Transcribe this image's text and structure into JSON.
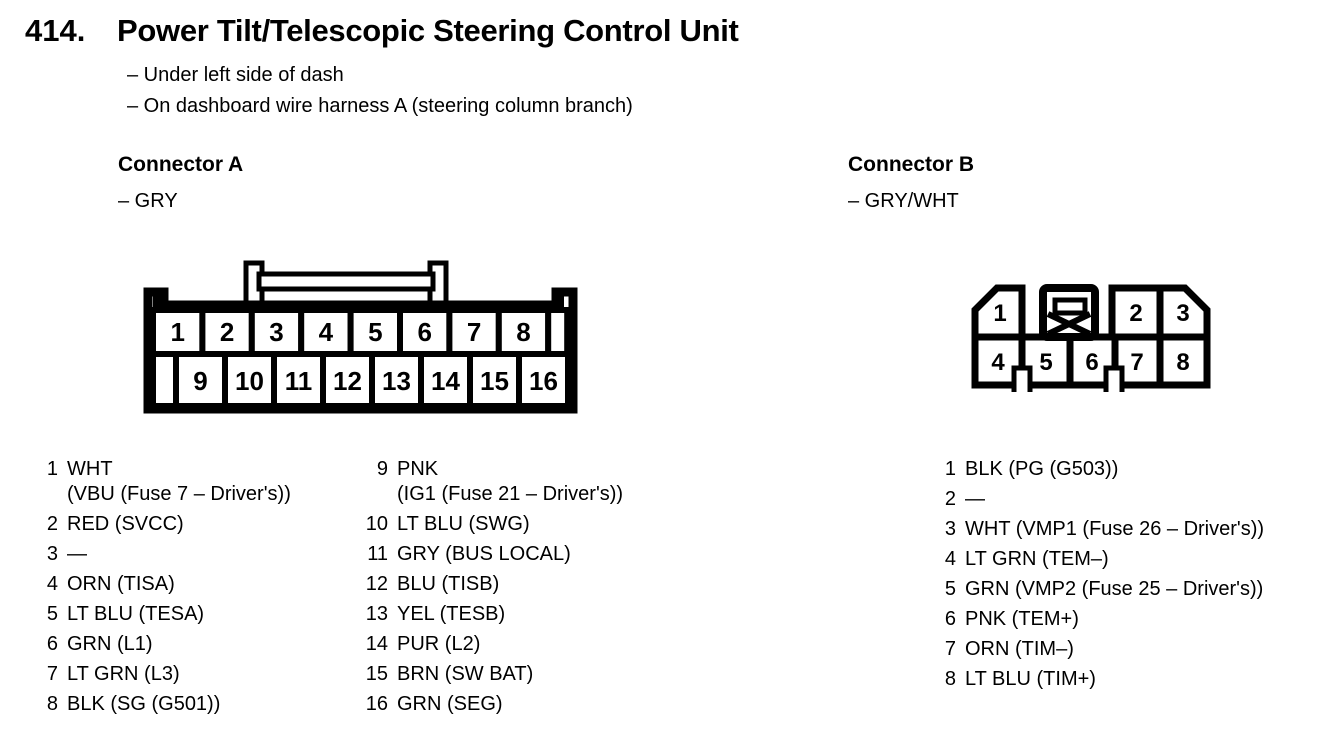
{
  "page": {
    "number": "414.",
    "title": "Power Tilt/Telescopic Steering Control Unit",
    "bullet1": "– Under left side of dash",
    "bullet2": "– On dashboard wire harness A (steering column branch)"
  },
  "connector_a": {
    "heading": "Connector A",
    "color": "– GRY",
    "cells_top": [
      "1",
      "2",
      "3",
      "4",
      "5",
      "6",
      "7",
      "8"
    ],
    "cells_bottom": [
      "9",
      "10",
      "11",
      "12",
      "13",
      "14",
      "15",
      "16"
    ],
    "pins_left": [
      {
        "num": "1",
        "label": "WHT",
        "label2": "(VBU (Fuse 7 – Driver's))"
      },
      {
        "num": "2",
        "label": "RED (SVCC)"
      },
      {
        "num": "3",
        "label": "—"
      },
      {
        "num": "4",
        "label": "ORN (TISA)"
      },
      {
        "num": "5",
        "label": "LT BLU (TESA)"
      },
      {
        "num": "6",
        "label": "GRN (L1)"
      },
      {
        "num": "7",
        "label": "LT GRN (L3)"
      },
      {
        "num": "8",
        "label": "BLK (SG (G501))"
      }
    ],
    "pins_right": [
      {
        "num": "9",
        "label": "PNK",
        "label2": "(IG1 (Fuse 21 – Driver's))"
      },
      {
        "num": "10",
        "label": "LT BLU (SWG)"
      },
      {
        "num": "11",
        "label": "GRY (BUS LOCAL)"
      },
      {
        "num": "12",
        "label": "BLU (TISB)"
      },
      {
        "num": "13",
        "label": "YEL (TESB)"
      },
      {
        "num": "14",
        "label": "PUR (L2)"
      },
      {
        "num": "15",
        "label": "BRN (SW BAT)"
      },
      {
        "num": "16",
        "label": "GRN (SEG)"
      }
    ]
  },
  "connector_b": {
    "heading": "Connector B",
    "color": "– GRY/WHT",
    "cells_top": [
      "1",
      "2",
      "3"
    ],
    "cells_bottom": [
      "4",
      "5",
      "6",
      "7",
      "8"
    ],
    "pins": [
      {
        "num": "1",
        "label": "BLK (PG (G503))"
      },
      {
        "num": "2",
        "label": "—"
      },
      {
        "num": "3",
        "label": "WHT (VMP1 (Fuse 26 – Driver's))"
      },
      {
        "num": "4",
        "label": "LT GRN (TEM–)"
      },
      {
        "num": "5",
        "label": "GRN (VMP2 (Fuse 25 – Driver's))"
      },
      {
        "num": "6",
        "label": "PNK (TEM+)"
      },
      {
        "num": "7",
        "label": "ORN (TIM–)"
      },
      {
        "num": "8",
        "label": "LT BLU (TIM+)"
      }
    ]
  },
  "colors": {
    "ink": "#000000",
    "paper": "#ffffff"
  }
}
